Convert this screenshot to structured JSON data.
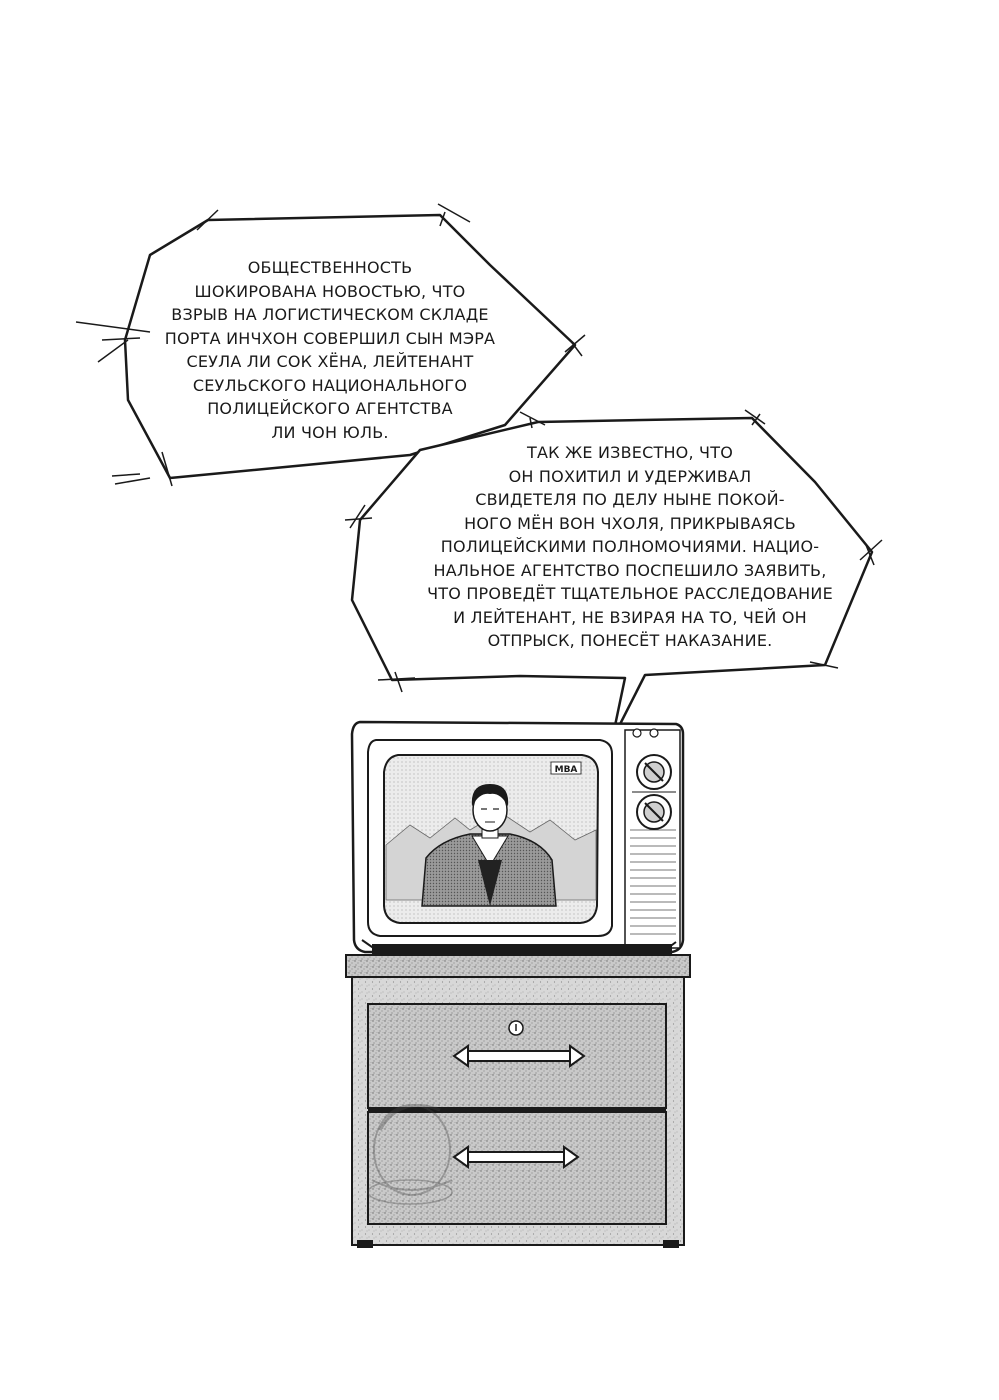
{
  "bubbles": [
    {
      "id": "news-bubble-1",
      "lines": [
        "Общественность",
        "шокирована новостью, что",
        "взрыв на логистическом складе",
        "порта Инчхон совершил сын мэра",
        "Сеула Ли Сок Хёна, лейтенант",
        "Сеульского национального",
        "полицейского агентства",
        "Ли Чон Юль."
      ]
    },
    {
      "id": "news-bubble-2",
      "lines": [
        "Так же известно, что",
        "он похитил и удерживал",
        "свидетеля по делу ныне покой-",
        "ного Мён Вон Чхоля, прикрываясь",
        "полицейскими полномочиями. Нацио-",
        "нальное агентство поспешило заявить,",
        "что проведёт тщательное расследование",
        "и лейтенант, не взирая на то, чей он",
        "отпрыск, понесёт наказание."
      ]
    }
  ],
  "tv": {
    "channel_logo": "MBA"
  },
  "colors": {
    "ink": "#1a1a1a",
    "paper": "#ffffff",
    "screen": "#e6e6e6",
    "cabinet": "#bdbdbd"
  }
}
